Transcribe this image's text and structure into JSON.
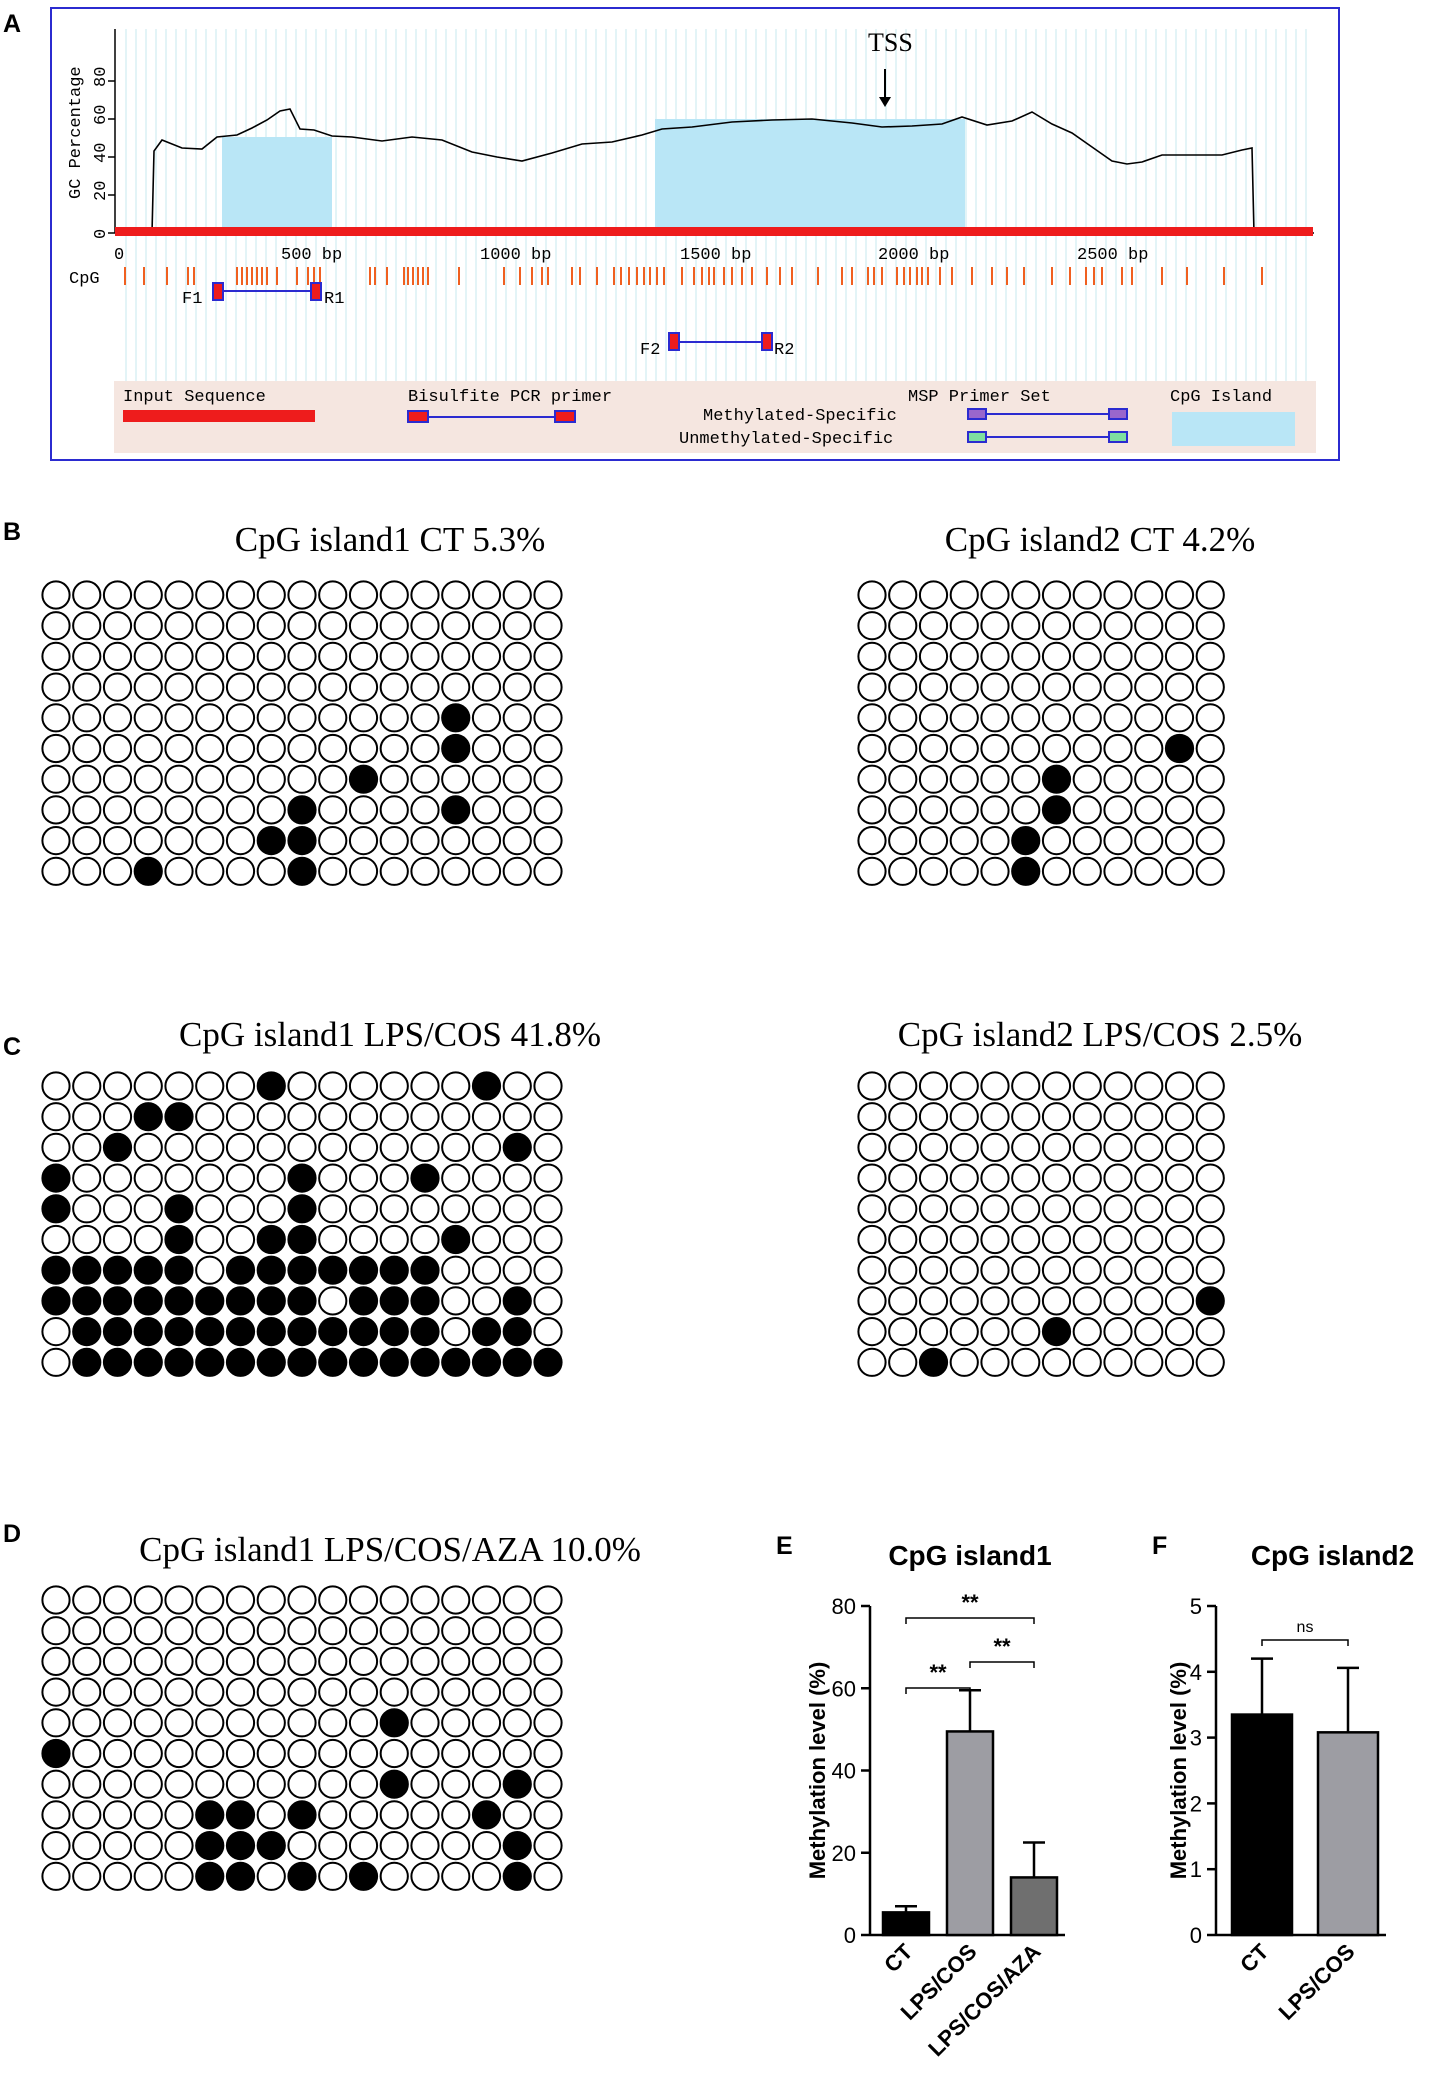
{
  "panel_labels": {
    "a": "A",
    "b": "B",
    "c": "C",
    "d": "D",
    "e": "E",
    "f": "F"
  },
  "panelA": {
    "y_axis_label": "GC Percentage",
    "y_ticks": [
      "0",
      "20",
      "40",
      "60",
      "80"
    ],
    "x_ticks": [
      "0",
      "500 bp",
      "1000 bp",
      "1500 bp",
      "2000 bp",
      "2500 bp"
    ],
    "cpg_label": "CpG",
    "tss_label": "TSS",
    "primers": {
      "f1": "F1",
      "r1": "R1",
      "f2": "F2",
      "r2": "R2"
    },
    "legend": {
      "input": "Input Sequence",
      "bisulfite": "Bisulfite PCR primer",
      "msp": "MSP Primer Set",
      "meth": "Methylated-Specific",
      "unmeth": "Unmethylated-Specific",
      "island": "CpG Island"
    },
    "colors": {
      "sequence": "#ee1c1c",
      "island": "#b9e6f6",
      "grid": "#c7e9ef",
      "frame": "#2b2bd0",
      "meth": "#9966cc",
      "unmeth": "#7ee0a0"
    }
  },
  "lollipops": [
    {
      "id": "b1",
      "title": "CpG island1 CT 5.3%",
      "cols": 17,
      "rows": 10,
      "methylated": [
        [
          4,
          13
        ],
        [
          5,
          13
        ],
        [
          6,
          10
        ],
        [
          7,
          8
        ],
        [
          7,
          13
        ],
        [
          8,
          7
        ],
        [
          8,
          8
        ],
        [
          9,
          3
        ],
        [
          9,
          8
        ]
      ]
    },
    {
      "id": "b2",
      "title": "CpG island2 CT 4.2%",
      "cols": 12,
      "rows": 10,
      "methylated": [
        [
          5,
          10
        ],
        [
          6,
          6
        ],
        [
          7,
          6
        ],
        [
          8,
          5
        ],
        [
          9,
          5
        ]
      ]
    },
    {
      "id": "c1",
      "title": "CpG island1 LPS/COS 41.8%",
      "cols": 17,
      "rows": 10,
      "methylated": [
        [
          0,
          7
        ],
        [
          0,
          14
        ],
        [
          1,
          3
        ],
        [
          1,
          4
        ],
        [
          2,
          2
        ],
        [
          2,
          15
        ],
        [
          3,
          0
        ],
        [
          3,
          8
        ],
        [
          3,
          12
        ],
        [
          4,
          0
        ],
        [
          4,
          4
        ],
        [
          4,
          8
        ],
        [
          5,
          4
        ],
        [
          5,
          7
        ],
        [
          5,
          8
        ],
        [
          5,
          13
        ],
        [
          6,
          0
        ],
        [
          6,
          1
        ],
        [
          6,
          2
        ],
        [
          6,
          3
        ],
        [
          6,
          4
        ],
        [
          6,
          6
        ],
        [
          6,
          7
        ],
        [
          6,
          8
        ],
        [
          6,
          9
        ],
        [
          6,
          10
        ],
        [
          6,
          11
        ],
        [
          6,
          12
        ],
        [
          7,
          0
        ],
        [
          7,
          1
        ],
        [
          7,
          2
        ],
        [
          7,
          3
        ],
        [
          7,
          4
        ],
        [
          7,
          5
        ],
        [
          7,
          6
        ],
        [
          7,
          7
        ],
        [
          7,
          8
        ],
        [
          7,
          10
        ],
        [
          7,
          11
        ],
        [
          7,
          12
        ],
        [
          7,
          15
        ],
        [
          8,
          1
        ],
        [
          8,
          2
        ],
        [
          8,
          3
        ],
        [
          8,
          4
        ],
        [
          8,
          5
        ],
        [
          8,
          6
        ],
        [
          8,
          7
        ],
        [
          8,
          8
        ],
        [
          8,
          9
        ],
        [
          8,
          10
        ],
        [
          8,
          11
        ],
        [
          8,
          12
        ],
        [
          8,
          14
        ],
        [
          8,
          15
        ],
        [
          9,
          1
        ],
        [
          9,
          2
        ],
        [
          9,
          3
        ],
        [
          9,
          4
        ],
        [
          9,
          5
        ],
        [
          9,
          6
        ],
        [
          9,
          7
        ],
        [
          9,
          8
        ],
        [
          9,
          9
        ],
        [
          9,
          10
        ],
        [
          9,
          11
        ],
        [
          9,
          12
        ],
        [
          9,
          13
        ],
        [
          9,
          14
        ],
        [
          9,
          15
        ],
        [
          9,
          16
        ]
      ]
    },
    {
      "id": "c2",
      "title": "CpG island2 LPS/COS 2.5%",
      "cols": 12,
      "rows": 10,
      "methylated": [
        [
          7,
          11
        ],
        [
          8,
          6
        ],
        [
          9,
          2
        ]
      ]
    },
    {
      "id": "d1",
      "title": "CpG island1 LPS/COS/AZA 10.0%",
      "cols": 17,
      "rows": 10,
      "methylated": [
        [
          4,
          11
        ],
        [
          5,
          0
        ],
        [
          6,
          11
        ],
        [
          6,
          15
        ],
        [
          7,
          5
        ],
        [
          7,
          6
        ],
        [
          7,
          8
        ],
        [
          7,
          14
        ],
        [
          8,
          5
        ],
        [
          8,
          6
        ],
        [
          8,
          7
        ],
        [
          8,
          15
        ],
        [
          9,
          5
        ],
        [
          9,
          6
        ],
        [
          9,
          8
        ],
        [
          9,
          10
        ],
        [
          9,
          15
        ]
      ]
    }
  ],
  "chart_data": [
    {
      "type": "bar",
      "title": "CpG island1",
      "ylabel": "Methylation level (%)",
      "ylim": [
        0,
        80
      ],
      "yticks": [
        0,
        20,
        40,
        60,
        80
      ],
      "categories": [
        "CT",
        "LPS/COS",
        "LPS/COS/AZA"
      ],
      "values": [
        5.5,
        49.5,
        14
      ],
      "errors": [
        1.5,
        10,
        8.5
      ],
      "colors": [
        "#000000",
        "#9d9da3",
        "#6f6f6f"
      ],
      "annotations": [
        {
          "between": [
            0,
            1
          ],
          "label": "**"
        },
        {
          "between": [
            1,
            2
          ],
          "label": "**"
        },
        {
          "between": [
            0,
            2
          ],
          "label": "**"
        }
      ]
    },
    {
      "type": "bar",
      "title": "CpG island2",
      "ylabel": "Methylation level (%)",
      "ylim": [
        0,
        5
      ],
      "yticks": [
        0,
        1,
        2,
        3,
        4,
        5
      ],
      "categories": [
        "CT",
        "LPS/COS"
      ],
      "values": [
        3.35,
        3.08
      ],
      "errors": [
        0.85,
        0.98
      ],
      "colors": [
        "#000000",
        "#9d9da3"
      ],
      "annotations": [
        {
          "between": [
            0,
            1
          ],
          "label": "ns"
        }
      ]
    }
  ]
}
